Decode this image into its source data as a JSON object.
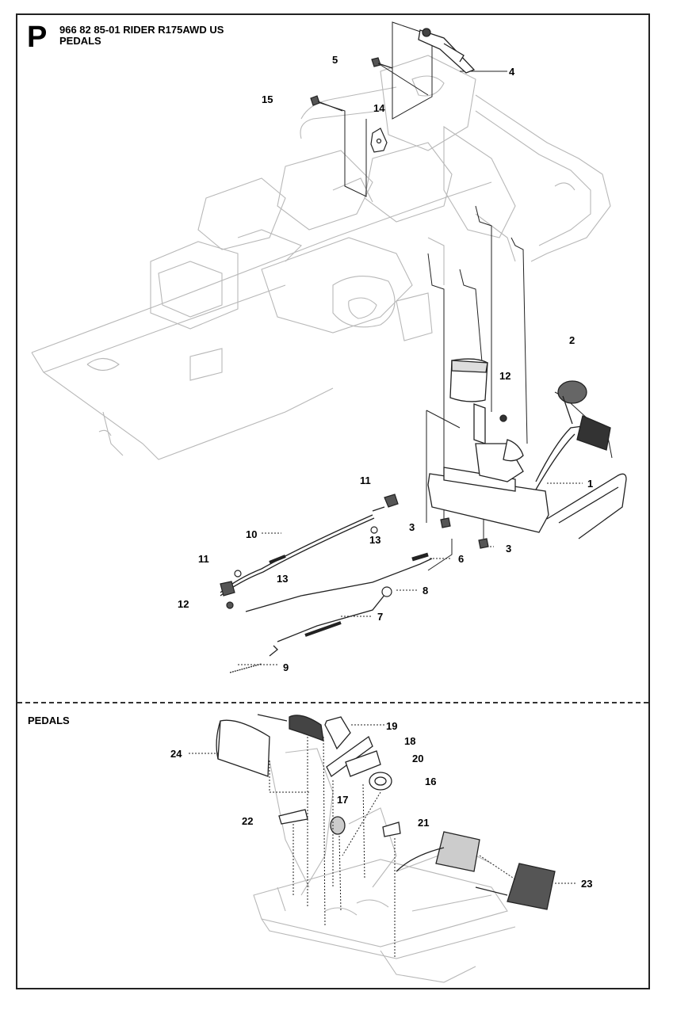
{
  "header": {
    "page_letter": "P",
    "title": "966 82 85-01 RIDER R175AWD US",
    "subtitle": "PEDALS"
  },
  "lower_section": {
    "label": "PEDALS"
  },
  "callouts": {
    "c1": "1",
    "c2": "2",
    "c3a": "3",
    "c3b": "3",
    "c4": "4",
    "c5": "5",
    "c6": "6",
    "c7": "7",
    "c8": "8",
    "c9": "9",
    "c10": "10",
    "c11a": "11",
    "c11b": "11",
    "c12a": "12",
    "c12b": "12",
    "c13a": "13",
    "c13b": "13",
    "c14": "14",
    "c15": "15",
    "c16": "16",
    "c17": "17",
    "c18": "18",
    "c19": "19",
    "c20": "20",
    "c21": "21",
    "c22": "22",
    "c23": "23",
    "c24": "24"
  },
  "colors": {
    "line": "#222222",
    "ghost": "#b5b5b5",
    "fill_dark": "#444444",
    "fill_mid": "#8a8a8a"
  }
}
